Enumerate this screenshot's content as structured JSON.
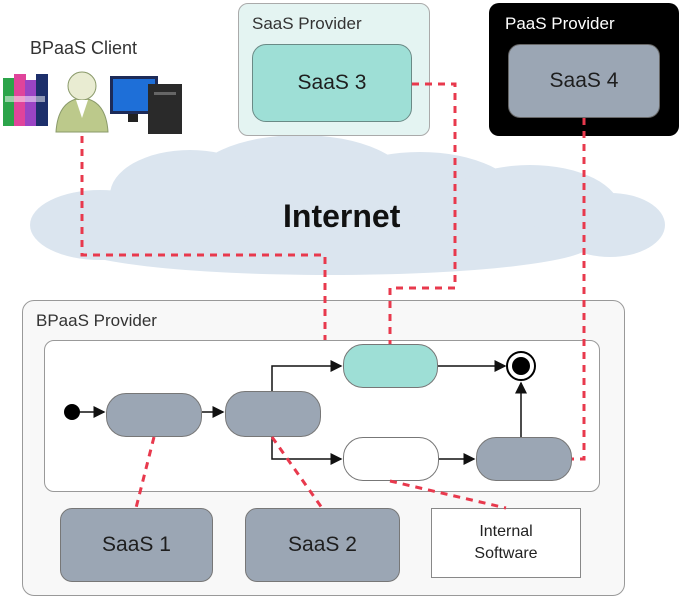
{
  "client": {
    "label": "BPaaS Client"
  },
  "saas_provider": {
    "title": "SaaS Provider",
    "service": "SaaS 3"
  },
  "paas_provider": {
    "title": "PaaS Provider",
    "service": "SaaS 4"
  },
  "internet": {
    "label": "Internet"
  },
  "bpaas_provider": {
    "title": "BPaaS Provider",
    "services": [
      "SaaS 1",
      "SaaS 2"
    ],
    "internal_software": [
      "Internal",
      "Software"
    ]
  },
  "colors": {
    "dashed_link": "#e8394d",
    "gray_node": "#9ba6b4",
    "teal_node": "#9edfd6",
    "saas_provider_bg": "#e4f4f2",
    "paas_provider_bg": "#000000",
    "cloud": "#dbe5ef"
  },
  "icons": [
    "binders-icon",
    "user-icon",
    "computer-icon"
  ]
}
